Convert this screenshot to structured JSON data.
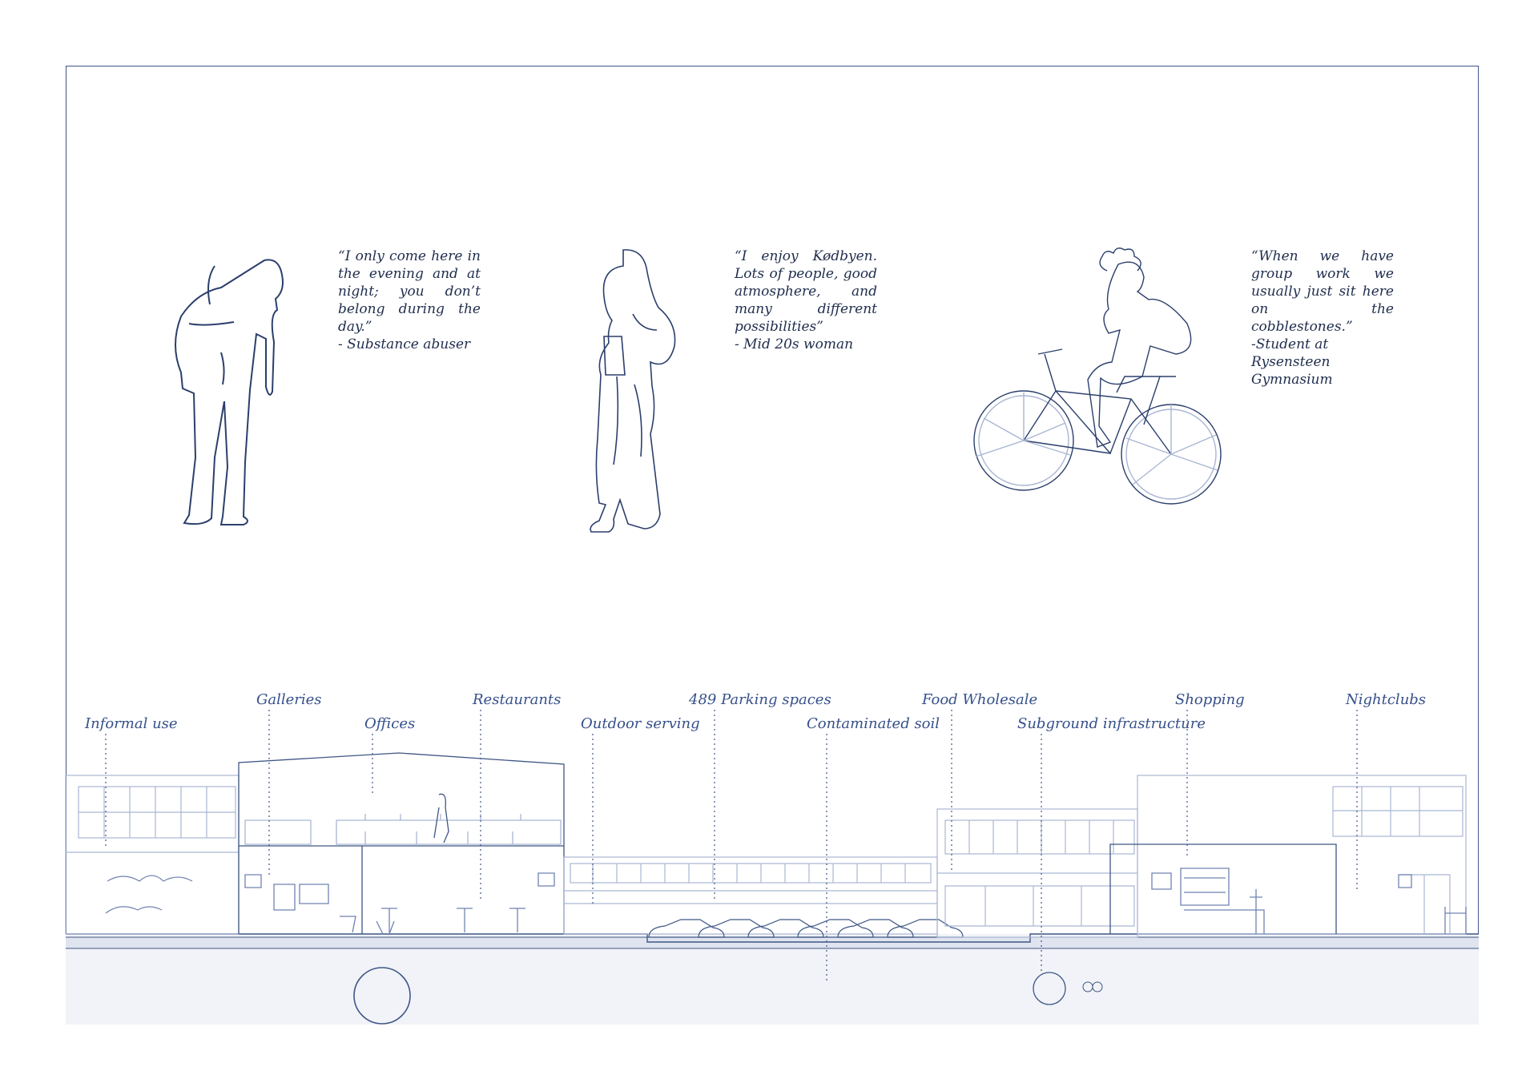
{
  "quotes": [
    {
      "text": "“I only come here in the evening and at night; you don’t belong during the day.”",
      "attribution": "- Substance abuser"
    },
    {
      "text": "“I enjoy Kødbyen. Lots of people, good atmosphere, and many different possibilities”",
      "attribution": "- Mid 20s woman"
    },
    {
      "text": "“When we have group work we usually just sit here on the cobblestones.”",
      "attribution": "-Student at Rysensteen Gymnasium"
    }
  ],
  "labels": {
    "informal_use": "Informal use",
    "galleries": "Galleries",
    "offices": "Offices",
    "restaurants": "Restaurants",
    "outdoor_serving": "Outdoor serving",
    "parking": "489 Parking spaces",
    "contaminated_soil": "Contaminated soil",
    "food_wholesale": "Food Wholesale",
    "subground": "Subground infrastructure",
    "shopping": "Shopping",
    "nightclubs": "Nightclubs"
  },
  "colors": {
    "line": "#3f5685",
    "light": "#a9b6d3",
    "ground": "#dfe4ef",
    "text": "#36508a"
  }
}
